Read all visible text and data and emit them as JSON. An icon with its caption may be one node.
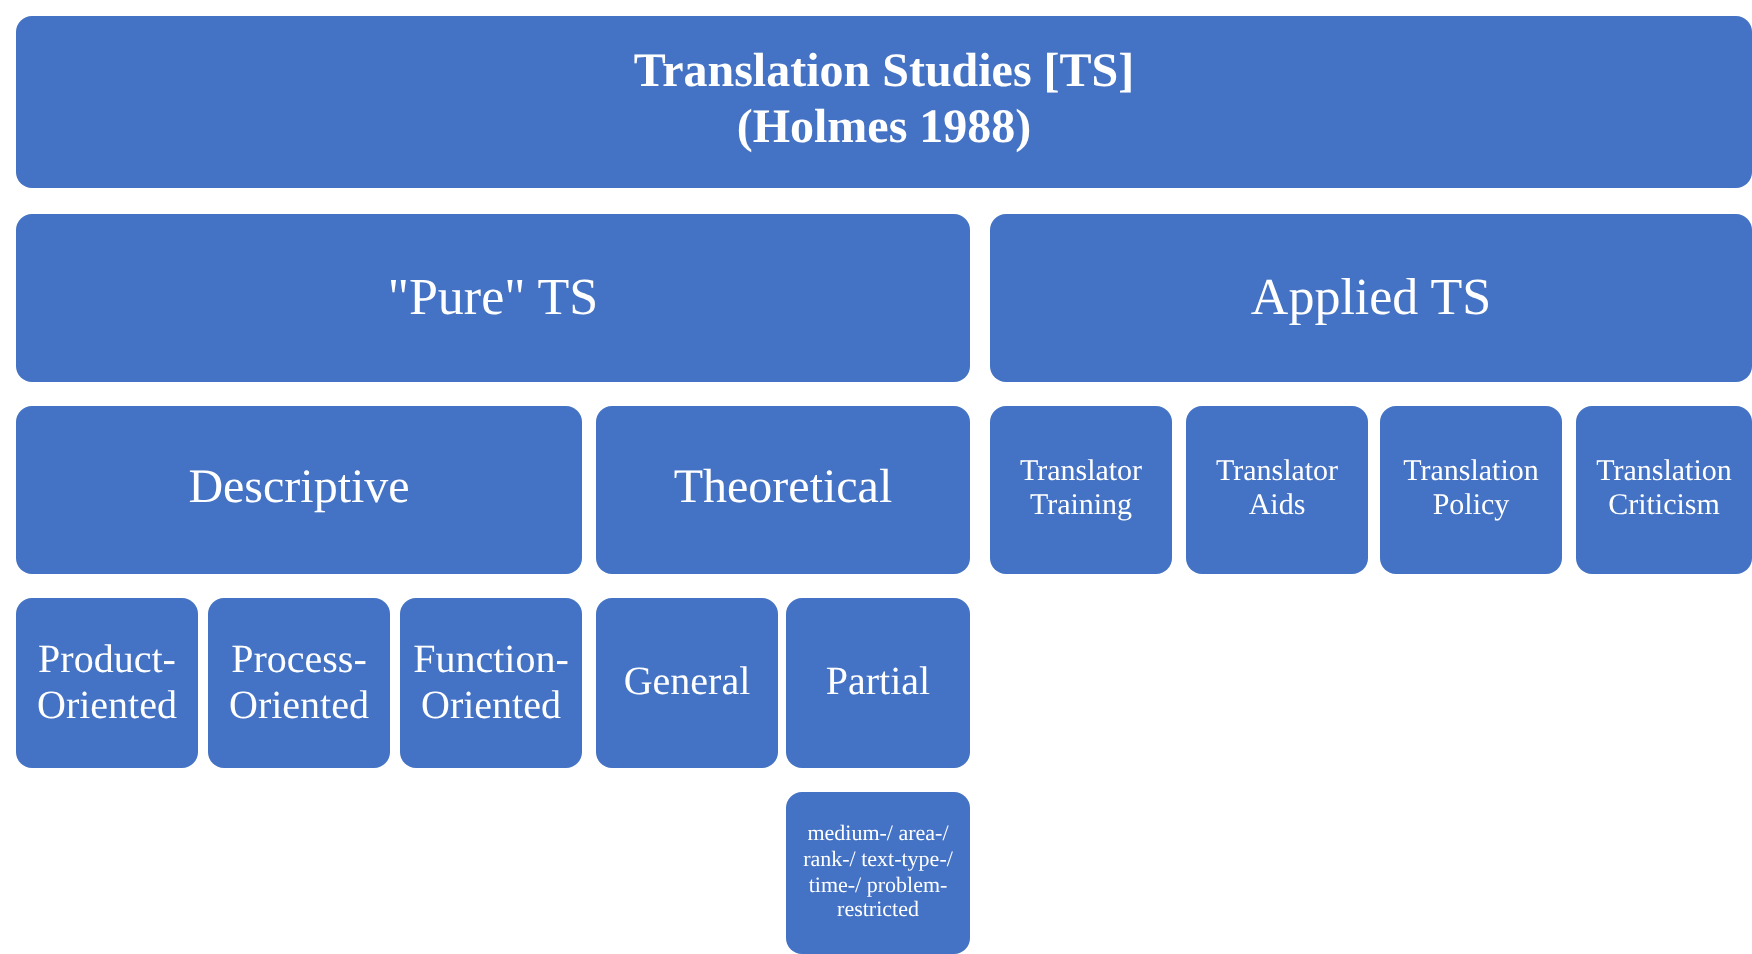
{
  "diagram": {
    "nodes": [
      {
        "text": [
          "Translation Studies [TS] (Holmes 1988)"
        ]
      },
      {
        "text": [
          "\"Pure\" TS"
        ]
      },
      {
        "text": [
          "Applied TS"
        ]
      },
      {
        "text": [
          "Descriptive"
        ]
      },
      {
        "text": [
          "Theoretical"
        ]
      },
      {
        "text": [
          "Translator Training"
        ]
      },
      {
        "text": [
          "Translator Aids"
        ]
      },
      {
        "text": [
          "Translation Policy"
        ]
      },
      {
        "text": [
          "Translation Criticism"
        ]
      },
      {
        "text": [
          "Product-Oriented"
        ]
      },
      {
        "text": [
          "Process-Oriented"
        ]
      },
      {
        "text": [
          "Function-Oriented"
        ]
      },
      {
        "text": [
          "General"
        ]
      },
      {
        "text": [
          "Partial"
        ]
      },
      {
        "text": [
          "medium-/ area-/ rank-/ text-type-/ time-/ problem-restricted"
        ]
      }
    ]
  }
}
